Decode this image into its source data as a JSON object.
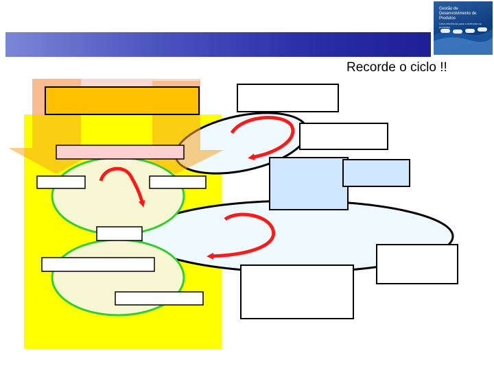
{
  "slide": {
    "caption": "Recorde o ciclo !!"
  },
  "logo": {
    "title": "Gestão de\nDesenvolvimento de Produtos",
    "subtitle": "Uma referência para a melhoria do processo"
  },
  "colors": {
    "header_start": "#7b86d6",
    "header_end": "#1d1f96",
    "panel_yellow": "#ffff00",
    "cycle_fill_light": "#f8f7d4",
    "cycle_outline_green": "#33cc33",
    "right_cycle_fill": "#eefaff",
    "highlight_blue": "#cfe8ff",
    "arrow_red": "#ff1a1a",
    "funnel_pink": "#f7a79a",
    "funnel_orange": "#f5a623"
  }
}
